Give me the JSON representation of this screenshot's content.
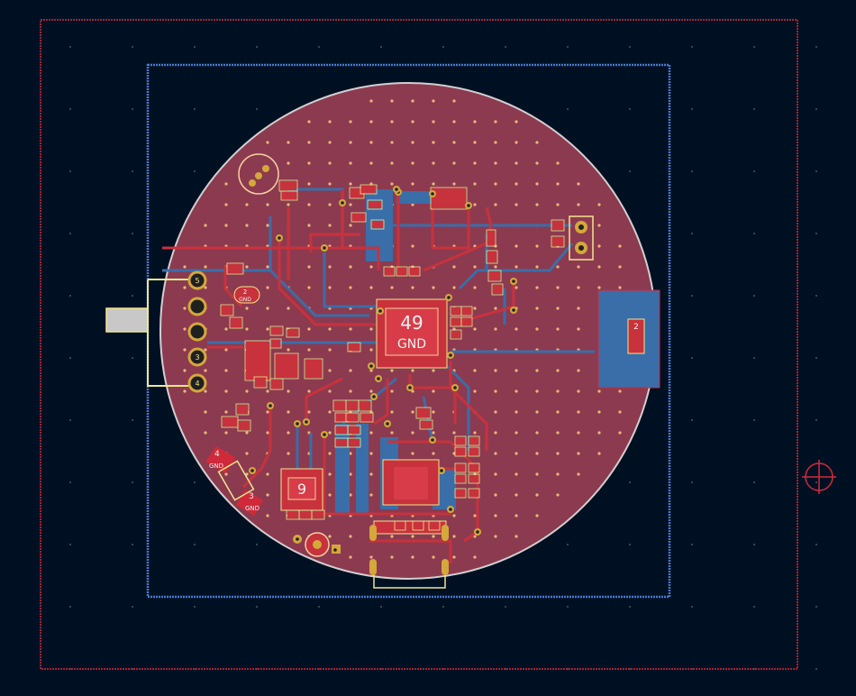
{
  "app": {
    "view": "pcb-editor-canvas"
  },
  "colors": {
    "background": "#001023",
    "board_fill": "#8c3a50",
    "board_edge": "#d0d0d0",
    "copper_top": "#c8323c",
    "copper_bottom": "#3a6ea8",
    "silkscreen": "#f0e68c",
    "courtyard_red": "#d02a3a",
    "courtyard_blue": "#4a78c8",
    "via_ring": "#d4a83a",
    "hole": "#202020"
  },
  "labels": {
    "mcu_pad_number": "49",
    "mcu_pad_net": "GND",
    "qfn_pad_number": "9",
    "antenna_pad_number": "2",
    "conn_pin_5": "5",
    "conn_pin_4": "4",
    "conn_pin_3": "3",
    "pad_4": "4",
    "pad_4_net": "GND",
    "pad_3": "3",
    "pad_3_net": "GND",
    "small_pad_2": "2",
    "small_pad_gnd": "GND"
  }
}
